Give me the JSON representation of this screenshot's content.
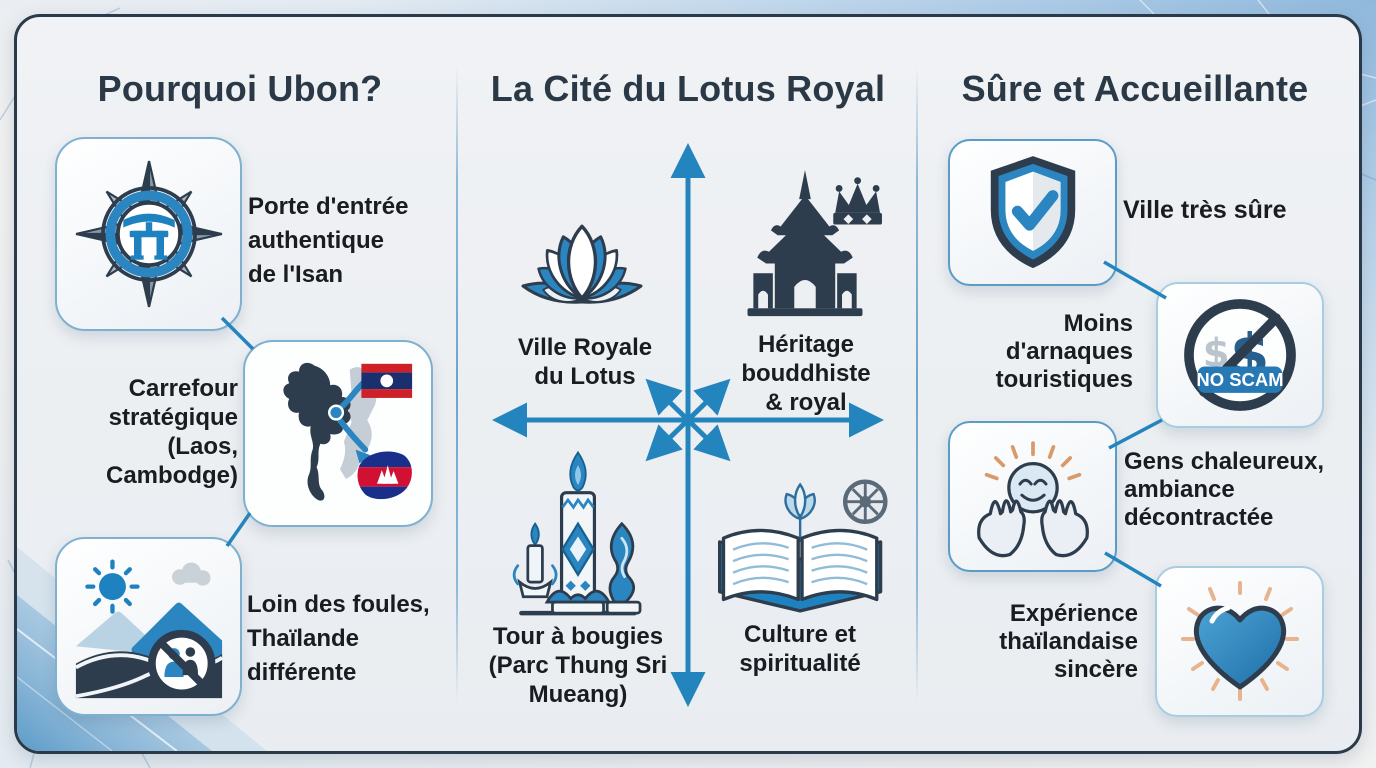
{
  "infographic": {
    "columns": [
      {
        "title": "Pourquoi Ubon?",
        "items": [
          {
            "icon": "compass-torii-icon",
            "label": "Porte d'entrée\nauthentique\nde l'Isan"
          },
          {
            "icon": "thailand-laos-cambodia-map-icon",
            "label": "Carrefour\nstratégique\n(Laos,\nCambodge)"
          },
          {
            "icon": "quiet-landscape-no-crowds-icon",
            "label": "Loin des foules,\nThaïlande\ndifférente"
          }
        ]
      },
      {
        "title": "La Cité du Lotus Royal",
        "quadrants": [
          {
            "icon": "lotus-icon",
            "label": "Ville Royale\ndu Lotus"
          },
          {
            "icon": "temple-crown-icon",
            "label": "Héritage\nbouddhiste\n& royal"
          },
          {
            "icon": "candle-tower-icon",
            "label": "Tour à bougies\n(Parc Thung Sri\nMueang)"
          },
          {
            "icon": "book-lotus-wheel-icon",
            "label": "Culture et\nspiritualité"
          }
        ]
      },
      {
        "title": "Sûre et Accueillante",
        "items": [
          {
            "icon": "shield-check-icon",
            "label": "Ville très sûre"
          },
          {
            "icon": "no-scam-icon",
            "badge": "NO SCAM",
            "label": "Moins\nd'arnaques\ntouristiques"
          },
          {
            "icon": "hands-smiley-icon",
            "label": "Gens chaleureux,\nambiance\ndécontractée"
          },
          {
            "icon": "glowing-heart-icon",
            "label": "Expérience\nthaïlandaise\nsincère"
          }
        ]
      }
    ],
    "colors": {
      "accent_blue": "#2484bd",
      "navy_outline": "#2e3d4d",
      "title_color": "#2b3947",
      "text_color": "#191c20",
      "badge_blue": "#2779b5",
      "ray_orange": "#e8b48f",
      "laos_flag_red": "#ce2029",
      "laos_flag_blue": "#1a2f6e",
      "cambodia_flag_blue": "#1a2f8a",
      "cambodia_flag_red": "#d21034"
    }
  }
}
